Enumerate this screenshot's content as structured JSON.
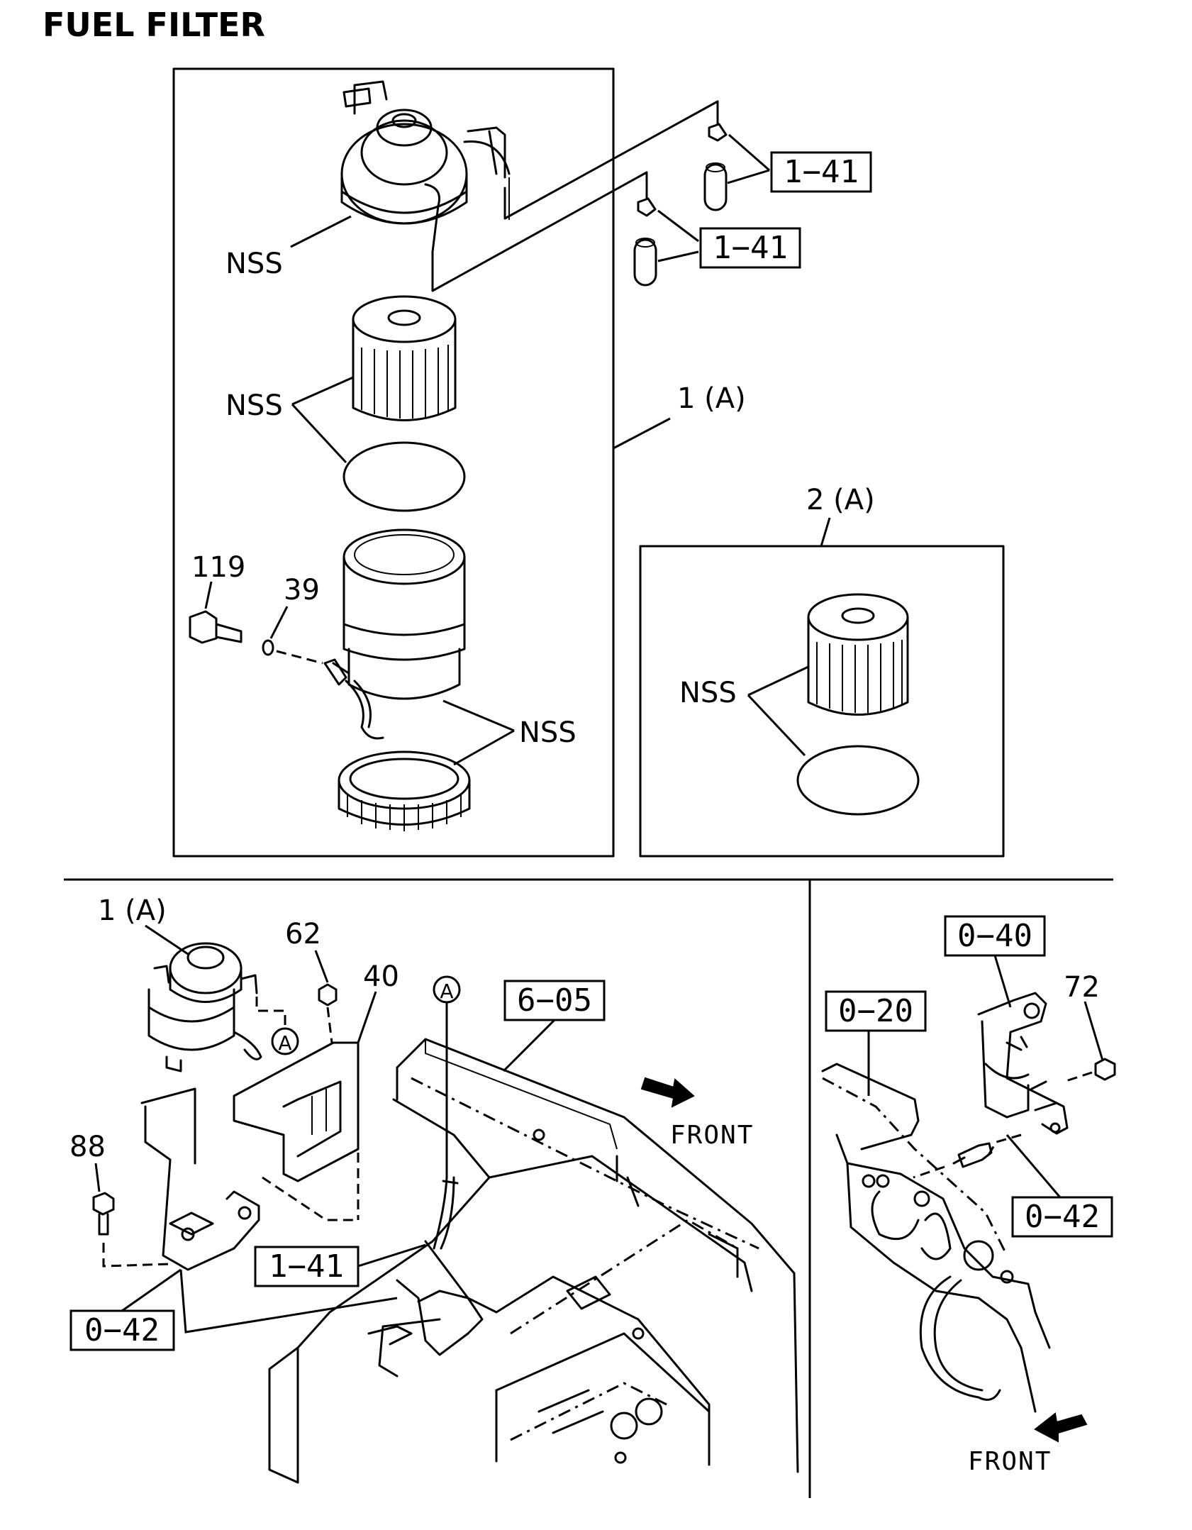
{
  "page": {
    "title": "FUEL FILTER"
  },
  "labels": {
    "top_nss_head": "NSS",
    "top_nss_element": "NSS",
    "top_nss_bowl": "NSS",
    "assembly_1a": "1 (A)",
    "kit_2a": "2 (A)",
    "kit_nss": "NSS",
    "part_119": "119",
    "part_39": "39",
    "bottom_1a": "1 (A)",
    "part_62": "62",
    "part_40": "40",
    "part_88": "88",
    "part_72": "72",
    "marker_a": "A",
    "front_left": "FRONT",
    "front_right": "FRONT"
  },
  "refs": {
    "hose_upper": "1−41",
    "hose_lower": "1−41",
    "bottom_hose": "1−41",
    "bracket_left": "0−42",
    "frame_6_05": "6−05",
    "mount_0_40": "0−40",
    "frame_0_20": "0−20",
    "bolt_0_42": "0−42"
  }
}
